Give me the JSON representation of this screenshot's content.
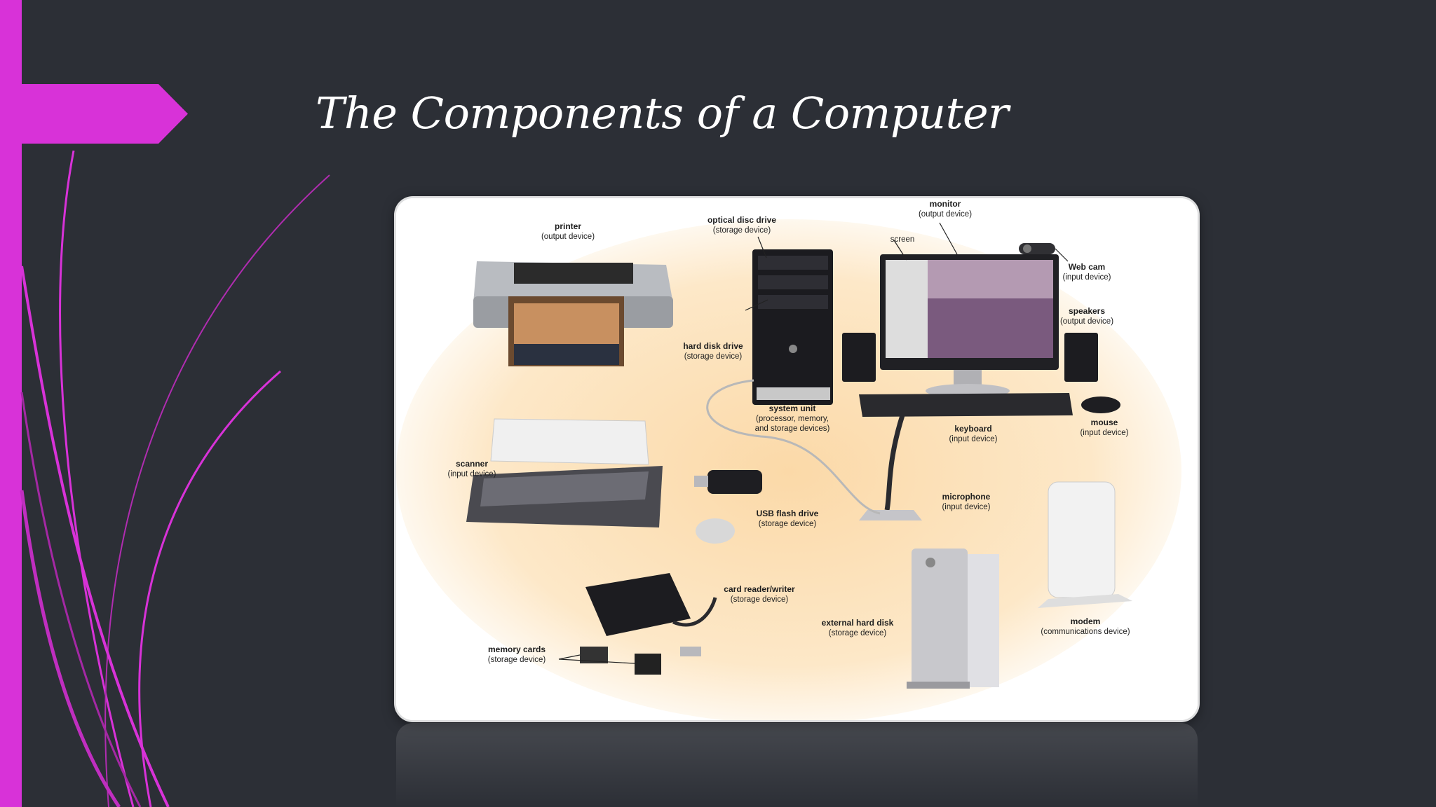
{
  "slide": {
    "title": "The Components of a Computer",
    "accent_color": "#d832d8",
    "background_color": "#2c2f36"
  },
  "diagram": {
    "labels": {
      "printer": {
        "name": "printer",
        "role": "(output device)"
      },
      "optical": {
        "name": "optical disc drive",
        "role": "(storage device)"
      },
      "monitor": {
        "name": "monitor",
        "role": "(output device)"
      },
      "screen": {
        "name": "screen"
      },
      "webcam": {
        "name": "Web cam",
        "role": "(input device)"
      },
      "speakers": {
        "name": "speakers",
        "role": "(output device)"
      },
      "harddisk": {
        "name": "hard disk drive",
        "role": "(storage device)"
      },
      "systemunit": {
        "name": "system unit",
        "role1": "(processor, memory,",
        "role2": "and storage devices)"
      },
      "keyboard": {
        "name": "keyboard",
        "role": "(input device)"
      },
      "mouse": {
        "name": "mouse",
        "role": "(input device)"
      },
      "scanner": {
        "name": "scanner",
        "role": "(input device)"
      },
      "usb": {
        "name": "USB flash drive",
        "role": "(storage device)"
      },
      "microphone": {
        "name": "microphone",
        "role": "(input device)"
      },
      "cardreader": {
        "name": "card reader/writer",
        "role": "(storage device)"
      },
      "externalhd": {
        "name": "external hard disk",
        "role": "(storage device)"
      },
      "modem": {
        "name": "modem",
        "role": "(communications device)"
      },
      "memorycards": {
        "name": "memory cards",
        "role": "(storage device)"
      }
    }
  }
}
